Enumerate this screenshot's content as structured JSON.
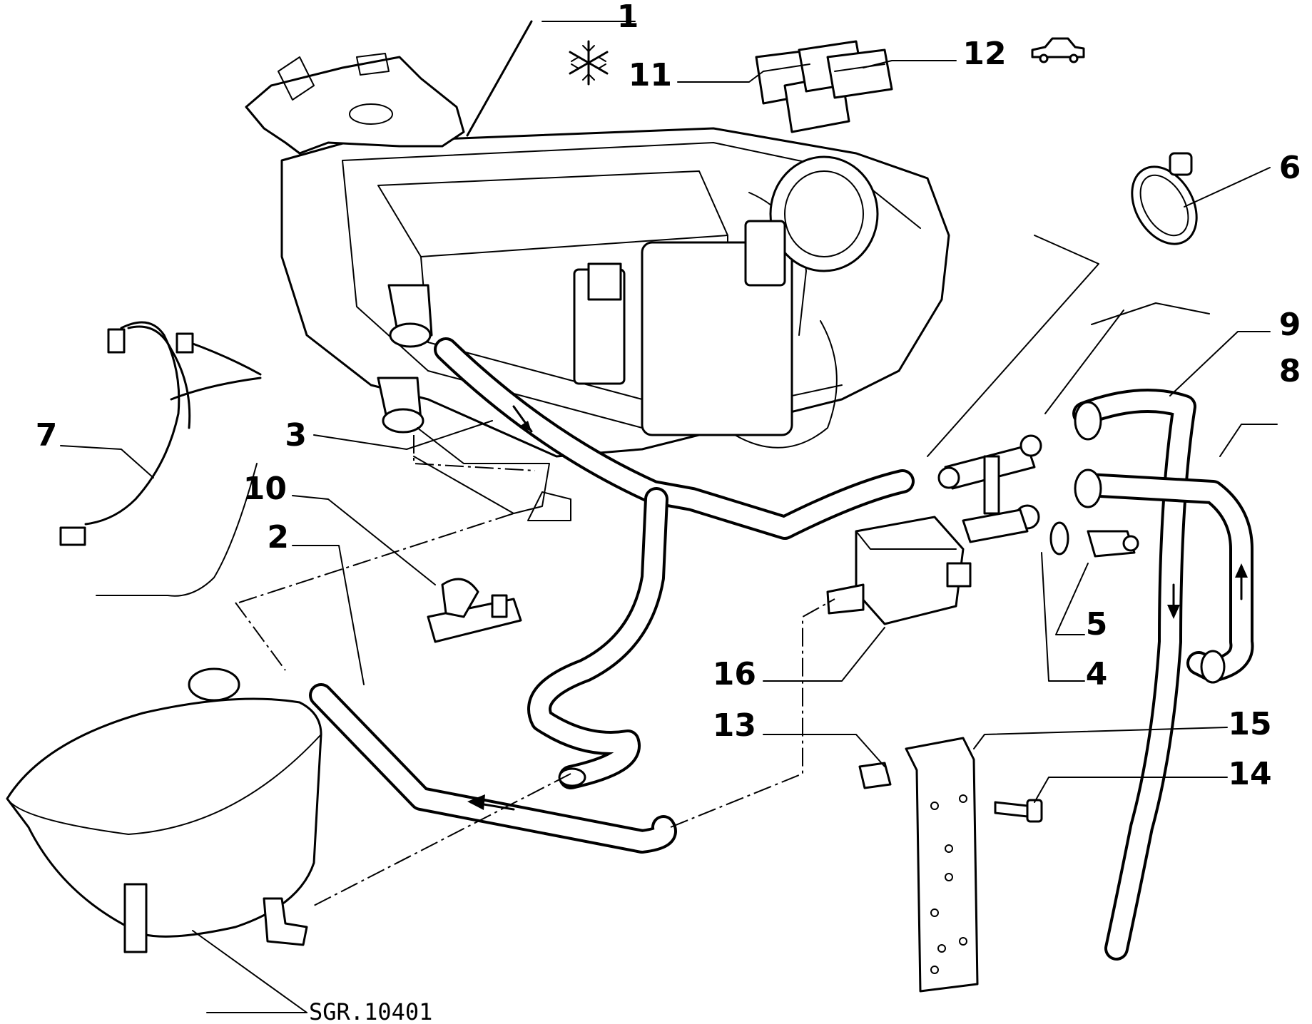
{
  "diagram": {
    "reference_code": "SGR.10401",
    "icons": [
      "snowflake-icon",
      "car-icon"
    ],
    "callouts": [
      {
        "id": "1",
        "text": "1"
      },
      {
        "id": "2",
        "text": "2"
      },
      {
        "id": "3",
        "text": "3"
      },
      {
        "id": "4",
        "text": "4"
      },
      {
        "id": "5",
        "text": "5"
      },
      {
        "id": "6",
        "text": "6"
      },
      {
        "id": "7",
        "text": "7"
      },
      {
        "id": "8",
        "text": "8"
      },
      {
        "id": "9",
        "text": "9"
      },
      {
        "id": "10",
        "text": "10"
      },
      {
        "id": "11",
        "text": "11"
      },
      {
        "id": "12",
        "text": "12"
      },
      {
        "id": "13",
        "text": "13"
      },
      {
        "id": "14",
        "text": "14"
      },
      {
        "id": "15",
        "text": "15"
      },
      {
        "id": "16",
        "text": "16"
      }
    ]
  }
}
